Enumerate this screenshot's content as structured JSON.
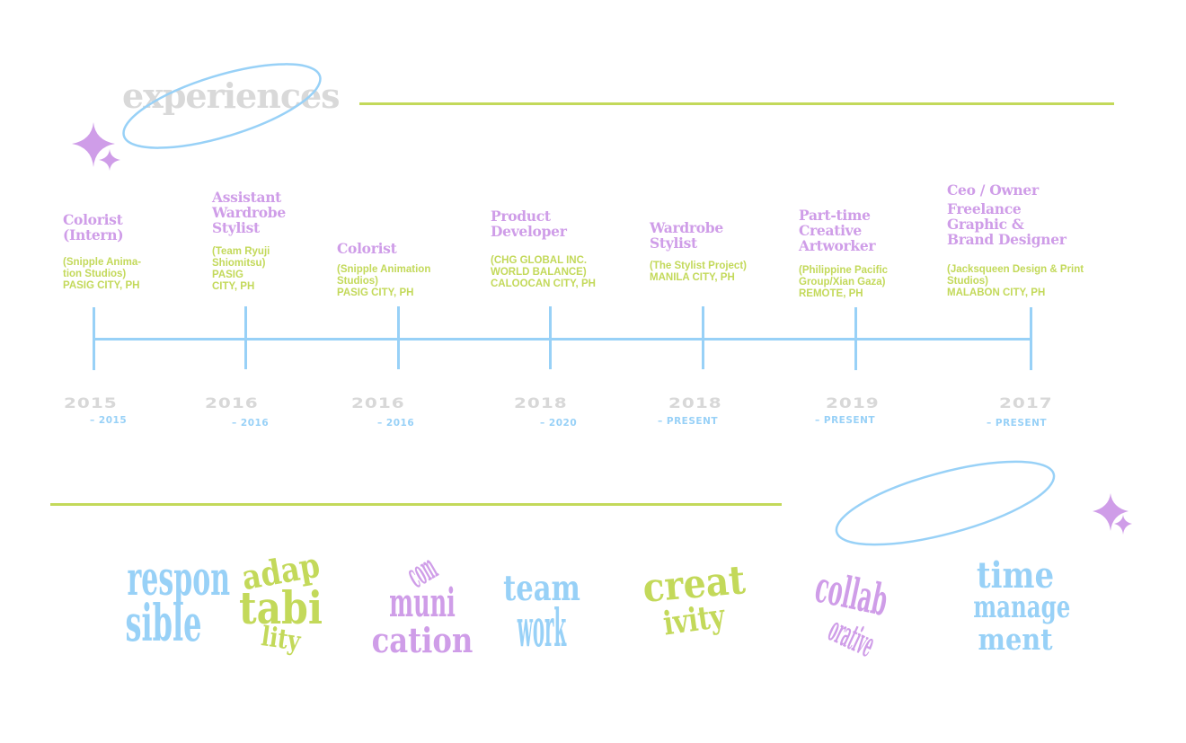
{
  "colors": {
    "accent_green": "#c3d95a",
    "accent_purple": "#cf9de8",
    "accent_blue": "#98d1f7",
    "heading_gray": "#d9d9d9"
  },
  "header": {
    "title": "experiences",
    "decorations": [
      "sparkle-icon",
      "halo-ring"
    ]
  },
  "timeline": {
    "entries": [
      {
        "title": [
          "Colorist",
          "(Intern)"
        ],
        "company": [
          "(Snipple Anima-",
          "tion Studios)"
        ],
        "location": "PASIG CITY, PH",
        "start": "2015",
        "end": "– 2015"
      },
      {
        "title": [
          "Assistant",
          "Wardrobe",
          "Stylist"
        ],
        "company": [
          "(Team Ryuji",
          "Shiomitsu)"
        ],
        "location": "PASIG CITY, PH",
        "location_lines": [
          "PASIG",
          "CITY, PH"
        ],
        "start": "2016",
        "end": "– 2016"
      },
      {
        "title": [
          "Colorist"
        ],
        "company": [
          "(Snipple Animation",
          "Studios)"
        ],
        "location": "PASIG CITY, PH",
        "start": "2016",
        "end": "– 2016"
      },
      {
        "title": [
          "Product",
          "Developer"
        ],
        "company": [
          "(CHG GLOBAL INC.",
          "WORLD BALANCE)"
        ],
        "location": "CALOOCAN CITY, PH",
        "start": "2018",
        "end": "– 2020"
      },
      {
        "title": [
          "Wardrobe",
          "Stylist"
        ],
        "company": [
          "(The Stylist Project)"
        ],
        "location": "MANILA CITY, PH",
        "start": "2018",
        "end": "– PRESENT"
      },
      {
        "title": [
          "Part-time",
          "Creative",
          "Artworker"
        ],
        "company": [
          "(Philippine Pacific",
          "Group/Xian Gaza)"
        ],
        "location": "REMOTE, PH",
        "start": "2019",
        "end": "– PRESENT"
      },
      {
        "title": [
          "Ceo / Owner",
          "Freelance",
          "Graphic &",
          "Brand Designer"
        ],
        "company": [
          "(Jacksqueen Design & Print",
          "Studios)"
        ],
        "location": "MALABON CITY, PH",
        "start": "2017",
        "end": "– PRESENT"
      }
    ]
  },
  "skills": [
    {
      "lines": [
        "respon",
        "sible"
      ],
      "color": "#98d1f7",
      "shape": "circle"
    },
    {
      "lines": [
        "adap",
        "tabi",
        "lity"
      ],
      "color": "#c3d95a",
      "shape": "circle"
    },
    {
      "lines": [
        "com",
        "muni",
        "cation"
      ],
      "color": "#cf9de8",
      "shape": "triangle"
    },
    {
      "lines": [
        "team",
        "work"
      ],
      "color": "#98d1f7",
      "shape": "star"
    },
    {
      "lines": [
        "creat",
        "ivity"
      ],
      "color": "#c3d95a",
      "shape": "heart"
    },
    {
      "lines": [
        "collab",
        "orative"
      ],
      "color": "#cf9de8",
      "shape": "diamond-sparkle"
    },
    {
      "lines": [
        "time",
        "manage",
        "ment"
      ],
      "color": "#98d1f7",
      "shape": "circle"
    }
  ]
}
